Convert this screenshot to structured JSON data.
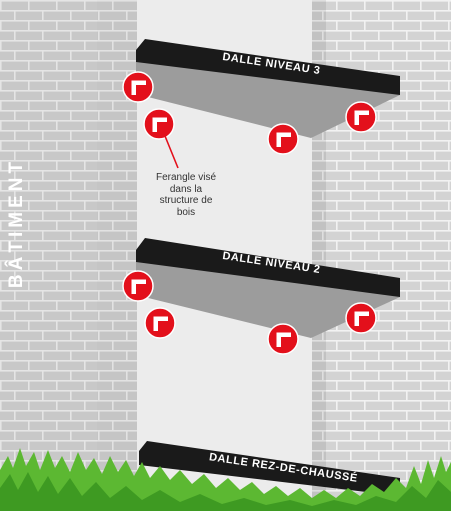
{
  "building_label": "BÂTIMENT",
  "slabs": [
    {
      "label": "DALLE NIVEAU 3"
    },
    {
      "label": "DALLE NIVEAU 2"
    },
    {
      "label": "DALLE REZ-DE-CHAUSSÉ"
    }
  ],
  "callout": {
    "line1": "Ferangle visé",
    "line2": "dans la",
    "line3": "structure de",
    "line4": "bois"
  },
  "icon": "angle-bracket-icon",
  "colors": {
    "brick_wall": "#d3d3d3",
    "mortar": "#f2f2f2",
    "center_column": "#ececec",
    "slab_top": "#1a1a1a",
    "slab_underside": "#9c9c9c",
    "marker": "#e3101b",
    "grass": "#5cb832"
  }
}
